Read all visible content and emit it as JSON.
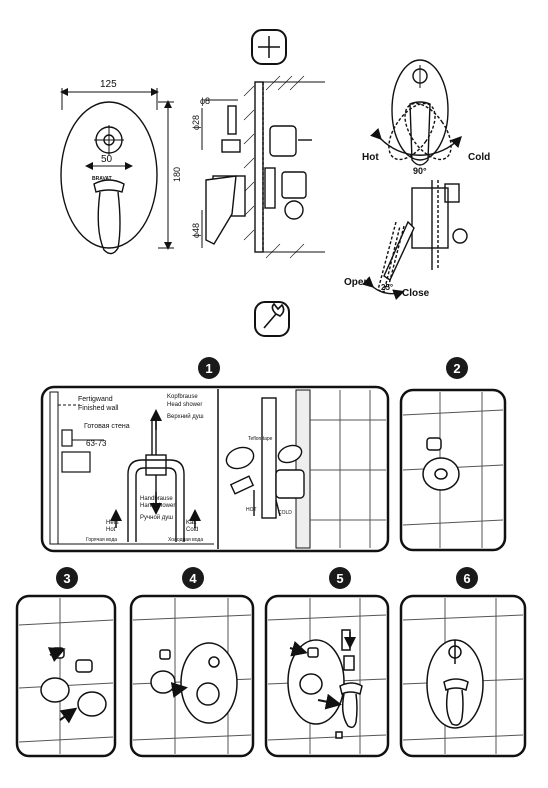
{
  "dimensions": {
    "width_overall": "125",
    "height_overall": "180",
    "plate_inner": "50",
    "pipe_diameter": "ϕ8",
    "spindle_diameter": "ϕ28",
    "body_diameter": "ϕ48"
  },
  "operation": {
    "hot": "Hot",
    "cold": "Cold",
    "rotation_angle": "90°",
    "open": "Open",
    "close": "Close",
    "lever_angle": "25°"
  },
  "steps": [
    "1",
    "2",
    "3",
    "4",
    "5",
    "6"
  ],
  "step1": {
    "wall_de": "Fertigwand",
    "wall_en": "Finished wall",
    "wall_ru": "Готовая стена",
    "depth_range": "63-73",
    "head_de": "Kopfbrause",
    "head_en": "Head shower",
    "head_ru": "Верхний душ",
    "hand_de": "Handbrause",
    "hand_en": "Hand shower",
    "hand_ru": "Ручной душ",
    "hot_de": "Heiß",
    "hot_en": "Hot",
    "hot_ru": "Горячая вода",
    "cold_de": "Kalt",
    "cold_en": "Cold",
    "cold_ru": "Холодная вода",
    "teflon": "Teflon tape",
    "hot_label": "HOT",
    "cold_label": "COLD"
  },
  "brand_mark": "BRAVAT",
  "colors": {
    "ink": "#111111",
    "badge": "#1a1a1a",
    "tile": "#555555"
  }
}
